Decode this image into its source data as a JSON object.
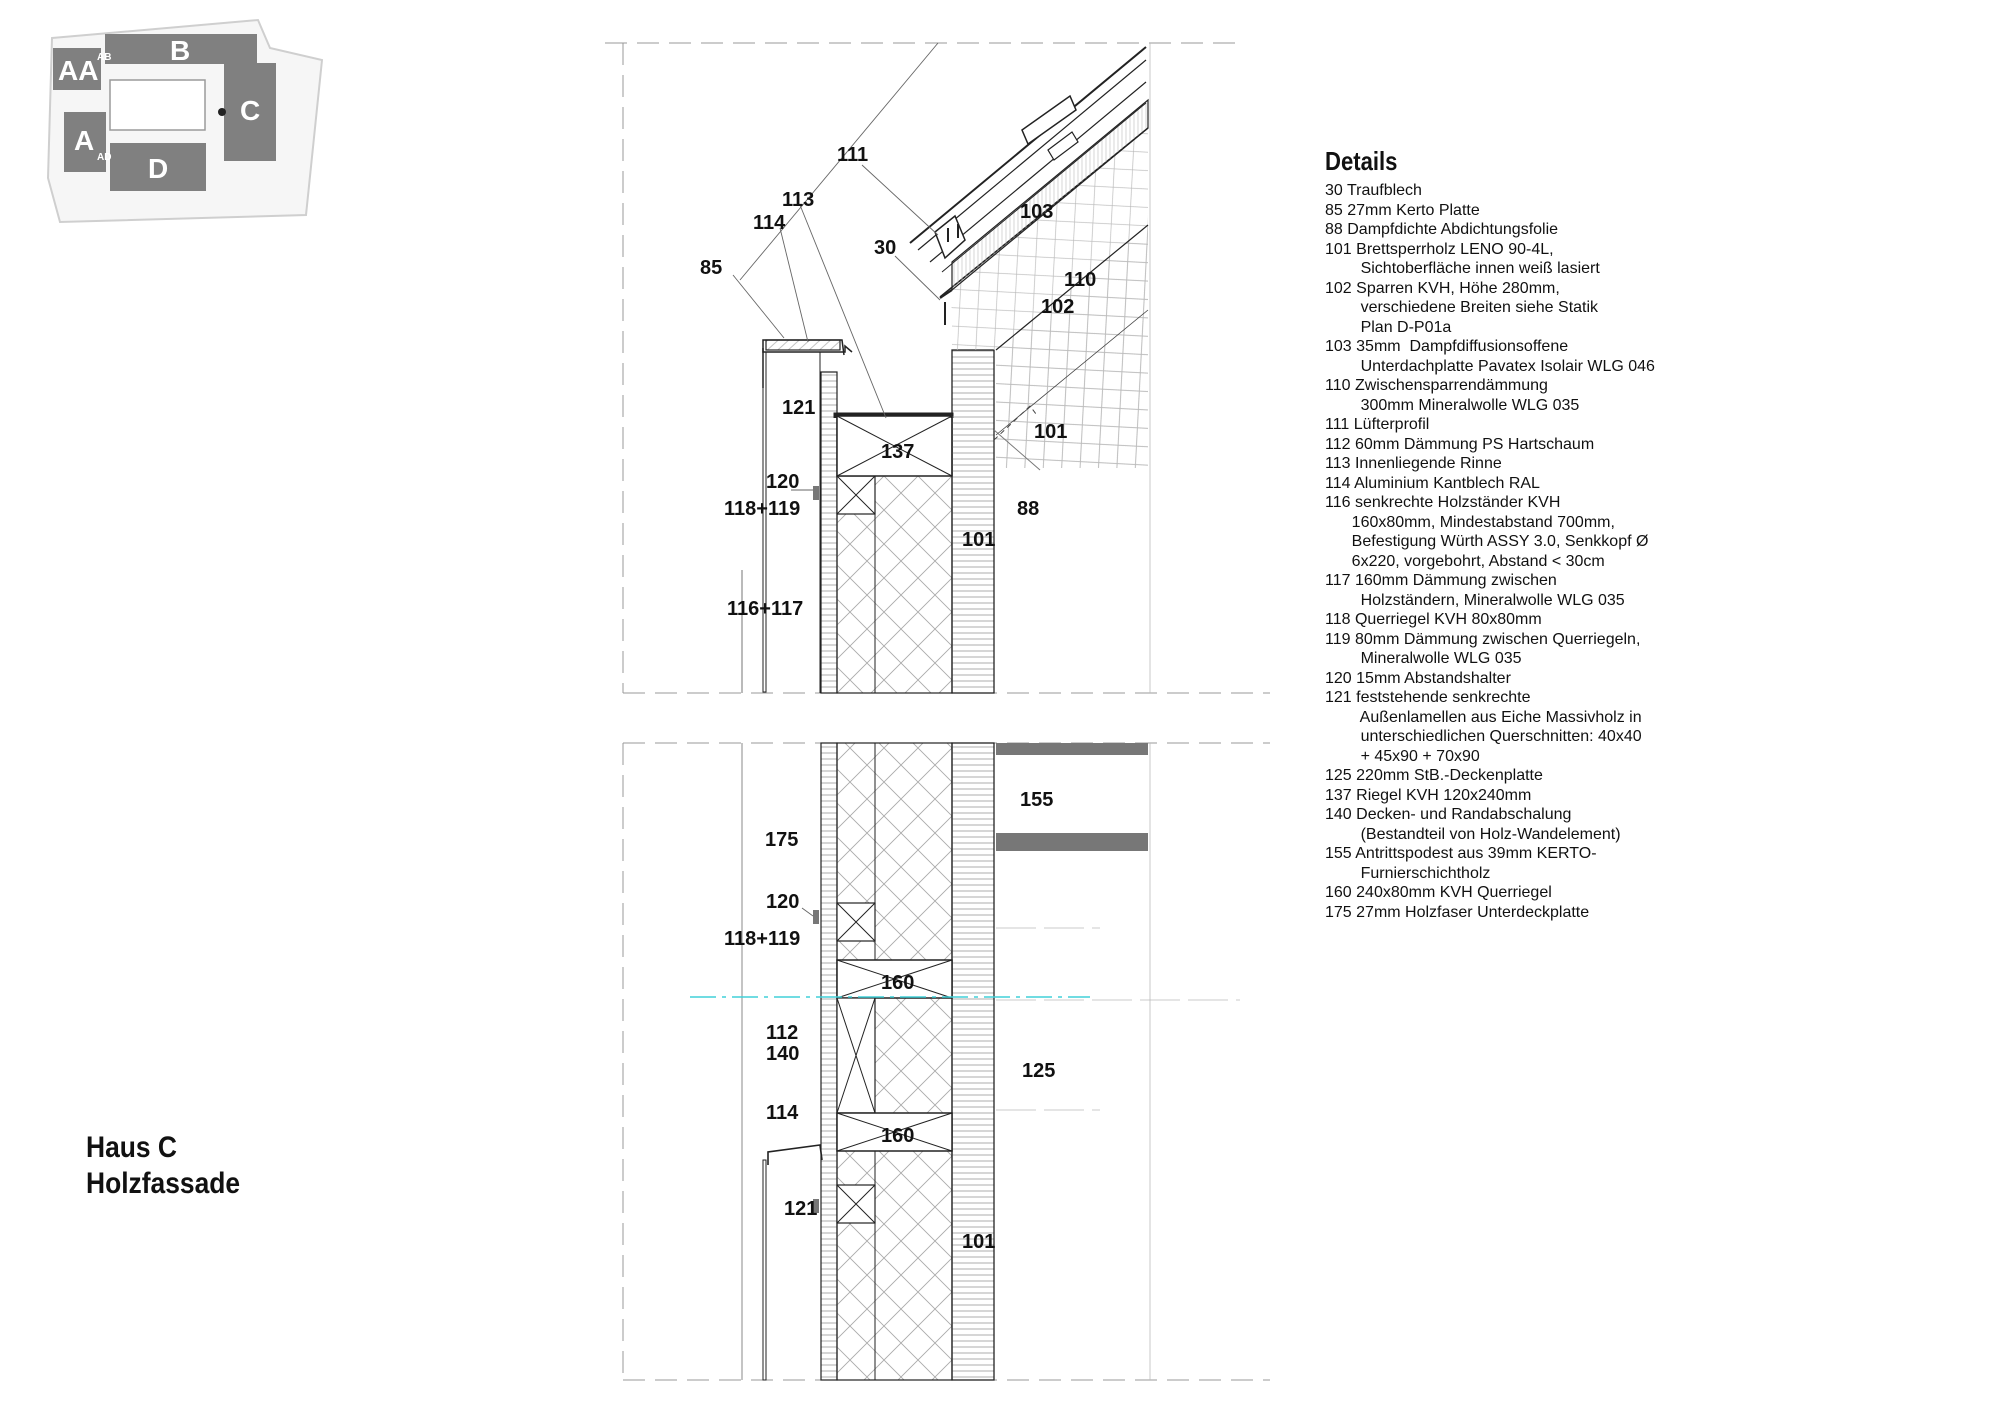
{
  "key_plan": {
    "blocks": [
      "AA",
      "B",
      "C",
      "A",
      "D"
    ],
    "small_labels": [
      "AB",
      "AD"
    ]
  },
  "callouts": {
    "c111": "111",
    "c113": "113",
    "c114a": "114",
    "c85": "85",
    "c30": "30",
    "c103": "103",
    "c110": "110",
    "c102": "102",
    "c121a": "121",
    "c137": "137",
    "c101a": "101",
    "c120a": "120",
    "c118a": "118+119",
    "c88": "88",
    "c101b": "101",
    "c116": "116+117",
    "c155": "155",
    "c175": "175",
    "c120b": "120",
    "c118b": "118+119",
    "c160a": "160",
    "c112": "112",
    "c140": "140",
    "c125": "125",
    "c114b": "114",
    "c160b": "160",
    "c121b": "121",
    "c101c": "101"
  },
  "details": {
    "title": "Details",
    "items": [
      "30 Traufblech",
      "85 27mm Kerto Platte",
      "88 Dampfdichte Abdichtungsfolie",
      "101 Brettsperrholz LENO 90-4L,",
      "        Sichtoberfläche innen weiß lasiert",
      "102 Sparren KVH, Höhe 280mm,",
      "        verschiedene Breiten siehe Statik",
      "        Plan D-P01a",
      "103 35mm  Dampfdiffusionsoffene",
      "        Unterdachplatte Pavatex Isolair WLG 046",
      "110 Zwischensparrendämmung",
      "        300mm Mineralwolle WLG 035",
      "111 Lüfterprofil",
      "112 60mm Dämmung PS Hartschaum",
      "113 Innenliegende Rinne",
      "114 Aluminium Kantblech RAL",
      "116 senkrechte Holzständer KVH",
      "      160x80mm, Mindestabstand 700mm,",
      "      Befestigung Würth ASSY 3.0, Senkkopf Ø",
      "      6x220, vorgebohrt, Abstand < 30cm",
      "117 160mm Dämmung zwischen",
      "        Holzständern, Mineralwolle WLG 035",
      "118 Querriegel KVH 80x80mm",
      "119 80mm Dämmung zwischen Querriegeln,",
      "        Mineralwolle WLG 035",
      "120 15mm Abstandshalter",
      "121 feststehende senkrechte",
      "        Außenlamellen aus Eiche Massivholz in",
      "        unterschiedlichen Querschnitten: 40x40",
      "        + 45x90 + 70x90",
      "125 220mm StB.-Deckenplatte",
      "137 Riegel KVH 120x240mm",
      "140 Decken- und Randabschalung",
      "        (Bestandteil von Holz-Wandelement)",
      "155 Antrittspodest aus 39mm KERTO-",
      "        Furnierschichtholz",
      "160 240x80mm KVH Querriegel",
      "175 27mm Holzfaser Unterdeckplatte"
    ]
  },
  "title_block": {
    "line1": "Haus C",
    "line2": "Holzfassade"
  },
  "colors": {
    "line": "#222222",
    "block_gray": "#808080",
    "hatch": "#b5b5b5",
    "axis_cyan": "#40d0d8"
  }
}
